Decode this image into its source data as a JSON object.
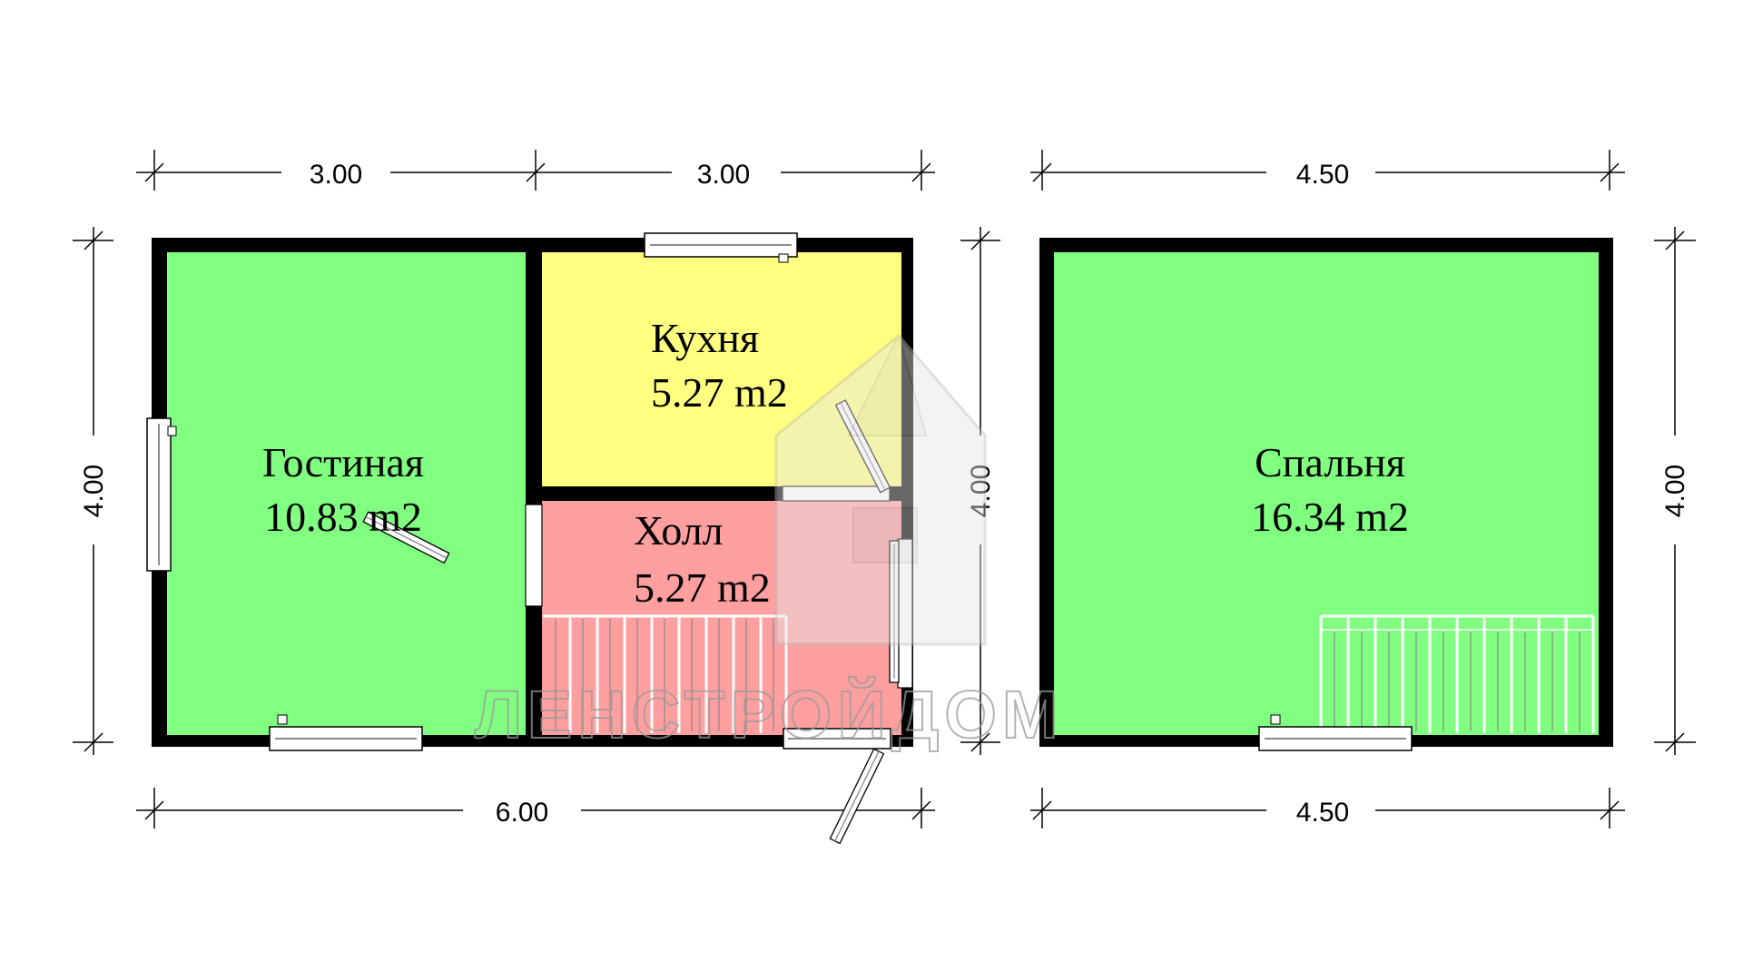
{
  "plan": {
    "colors": {
      "wall": "#000000",
      "living": "#80ff80",
      "kitchen": "#ffff80",
      "hall": "#ff9f9f",
      "bedroom": "#80ff80"
    },
    "rooms": {
      "living": {
        "name": "Гостиная",
        "area": "10.83 m2"
      },
      "kitchen": {
        "name": "Кухня",
        "area": "5.27 m2"
      },
      "hall": {
        "name": "Холл",
        "area": "5.27 m2"
      },
      "bedroom": {
        "name": "Спальня",
        "area": "16.34 m2"
      }
    },
    "dimensions": {
      "ground_top_left": "3.00",
      "ground_top_right": "3.00",
      "ground_bottom": "6.00",
      "ground_left": "4.00",
      "ground_right": "4.00",
      "upper_top": "4.50",
      "upper_bottom": "4.50",
      "upper_right": "4.00"
    },
    "watermark": "ЛЕНСТРОЙДОМ"
  }
}
